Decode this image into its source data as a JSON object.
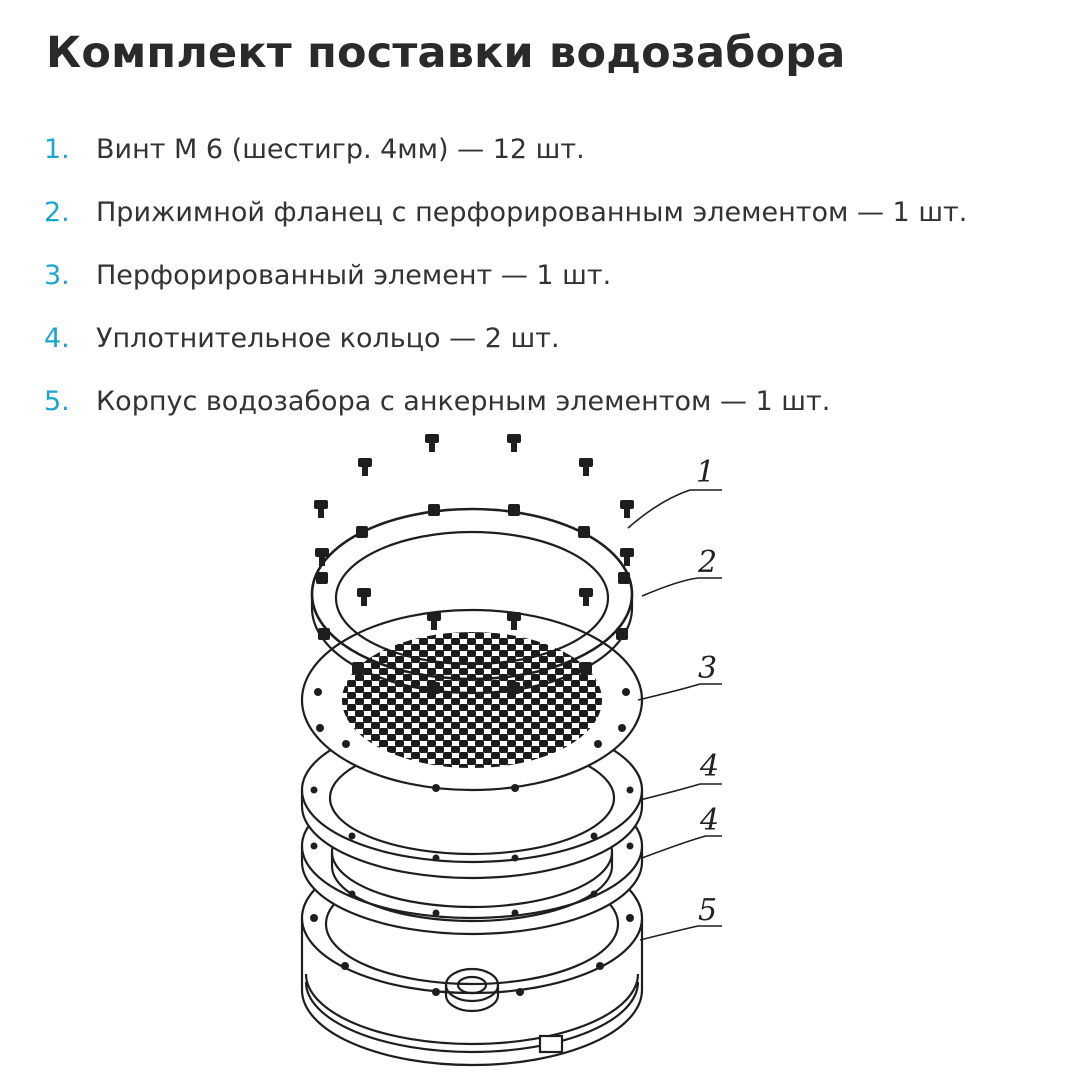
{
  "title": "Комплект поставки водозабора",
  "items": [
    {
      "num": "1.",
      "text": "Винт М 6 (шестигр. 4мм) — 12 шт."
    },
    {
      "num": "2.",
      "text": "Прижимной фланец с перфорированным элементом — 1 шт."
    },
    {
      "num": "3.",
      "text": "Перфорированный элемент — 1 шт."
    },
    {
      "num": "4.",
      "text": "Уплотнительное кольцо — 2 шт."
    },
    {
      "num": "5.",
      "text": "Корпус водозабора с анкерным элементом — 1 шт."
    }
  ],
  "figure": {
    "callouts": [
      "1",
      "2",
      "3",
      "4",
      "4",
      "5"
    ]
  },
  "colors": {
    "accent": "#1aa6d2",
    "text": "#333333",
    "title": "#2a2a2a"
  }
}
